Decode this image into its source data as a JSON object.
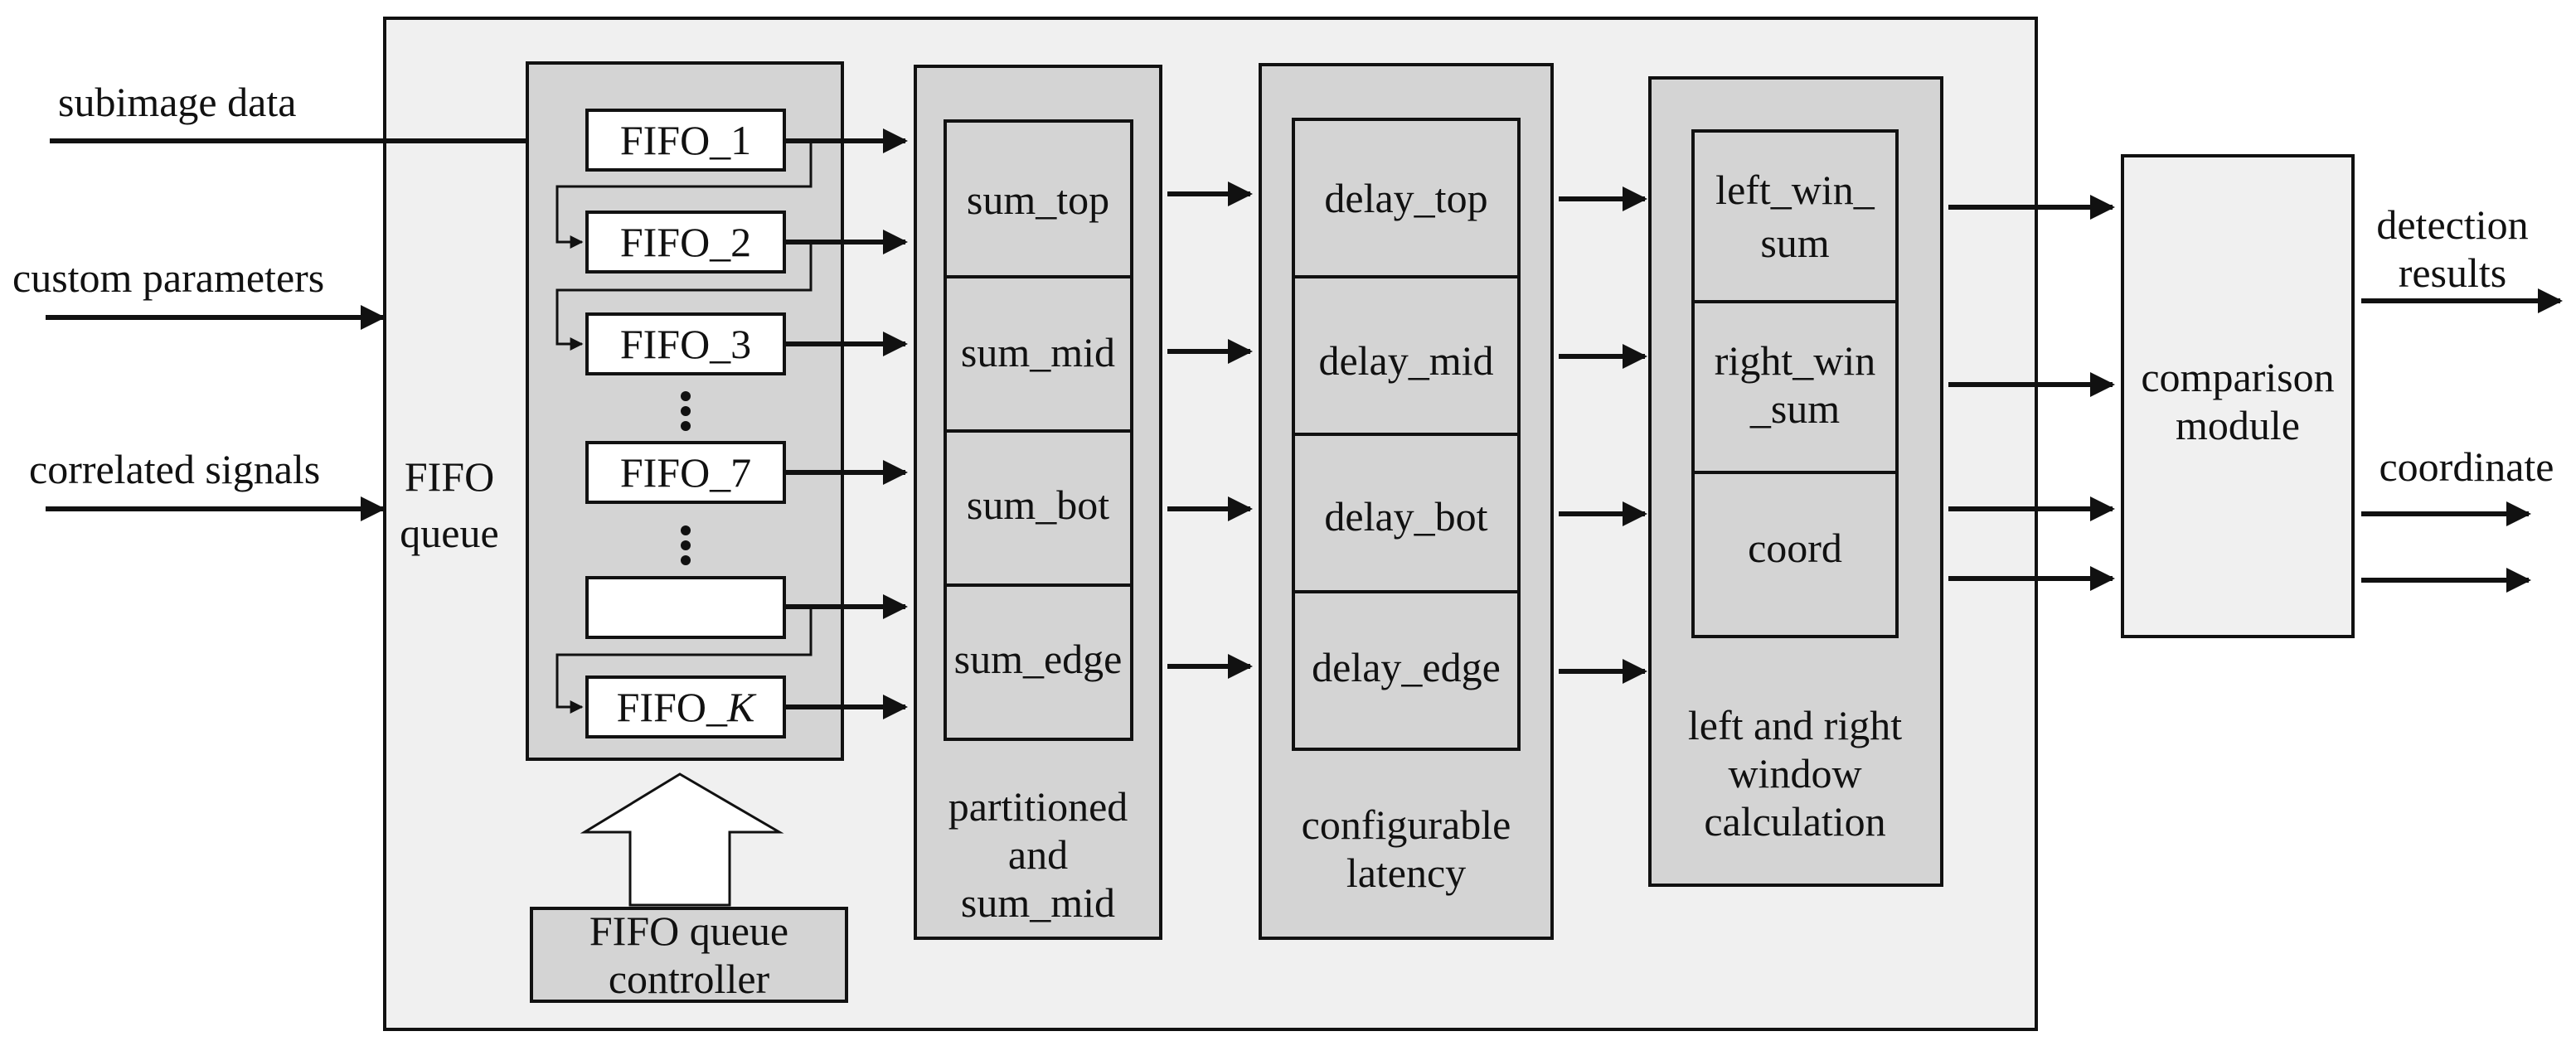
{
  "inputs": {
    "subimage": "subimage data",
    "custom": "custom parameters",
    "correlated": "correlated signals"
  },
  "fifo_queue": {
    "label_line1": "FIFO",
    "label_line2": "queue",
    "fifo_prefix": "FIFO_",
    "items": [
      "FIFO_1",
      "FIFO_2",
      "FIFO_3",
      "FIFO_7"
    ],
    "last_suffix": "K"
  },
  "controller": {
    "line1": "FIFO queue",
    "line2": "controller"
  },
  "partitioned": {
    "cells": [
      "sum_top",
      "sum_mid",
      "sum_bot",
      "sum_edge"
    ],
    "label": [
      "partitioned",
      "and",
      "sum_mid"
    ]
  },
  "latency": {
    "cells": [
      "delay_top",
      "delay_mid",
      "delay_bot",
      "delay_edge"
    ],
    "label": [
      "configurable",
      "latency"
    ]
  },
  "window": {
    "left_win": [
      "left_win_",
      "sum"
    ],
    "right_win": [
      "right_win",
      "_sum"
    ],
    "coord": "coord",
    "label": [
      "left and right",
      "window",
      "calculation"
    ]
  },
  "comparison": {
    "line1": "comparison",
    "line2": "module"
  },
  "outputs": {
    "detection_line1": "detection",
    "detection_line2": "results",
    "coordinate": "coordinate"
  },
  "colors": {
    "outer_panel": "#f0f0f0",
    "module_fill": "#d4d4d4",
    "white_box": "#ffffff",
    "stroke": "#111111"
  }
}
